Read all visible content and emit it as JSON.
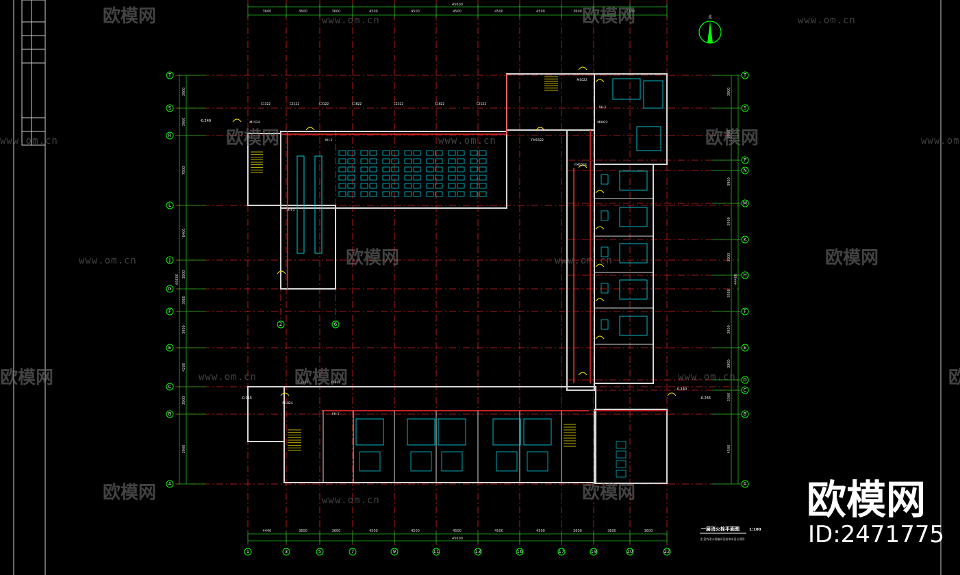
{
  "drawing": {
    "title": "一层消火栓平面图",
    "scale": "1:100",
    "note": "注:室内消火栓箱详见给排水设计说明",
    "colors": {
      "background": "#000000",
      "wall": "#d8d8d8",
      "axis_line": "#e02020",
      "dimension": "#20c020",
      "furniture": "#00cfe0",
      "door": "#ffee00",
      "grid_bubble": "#00ff00"
    }
  },
  "axes": {
    "bottom": [
      "1",
      "3",
      "5",
      "7",
      "9",
      "11",
      "13",
      "16",
      "17",
      "19",
      "20",
      "22"
    ],
    "top_middle": [
      "2",
      "6"
    ],
    "left": [
      "T",
      "S",
      "R",
      "L",
      "J",
      "G",
      "F",
      "E",
      "C",
      "B",
      "A"
    ],
    "right": [
      "T",
      "S",
      "P",
      "N",
      "M",
      "K",
      "H",
      "F",
      "E",
      "D",
      "C",
      "B",
      "A"
    ]
  },
  "dimensions": {
    "top": [
      "3600",
      "3600",
      "3600",
      "4500",
      "4500",
      "4500",
      "4500",
      "4500",
      "3600",
      "7200"
    ],
    "top_total": "45600",
    "bottom": [
      "4440",
      "3600",
      "3600",
      "4500",
      "4500",
      "4500",
      "4500",
      "4500",
      "3600",
      "3600",
      "3600"
    ],
    "bottom_total": "45600",
    "left": [
      "3900",
      "3900",
      "7800",
      "8400",
      "3900",
      "3900",
      "3900",
      "4200",
      "3900",
      "3900"
    ],
    "left_total": "60600",
    "right": [
      "3900",
      "3900",
      "3900",
      "3900",
      "3900",
      "3900",
      "3900",
      "3900",
      "3300",
      "4500"
    ],
    "right_total": "44400"
  },
  "labels": {
    "windows": [
      "C1522",
      "C2122",
      "C3122",
      "C1822",
      "C2522",
      "C1822",
      "C2122",
      "C3122",
      "C1822"
    ],
    "doors": [
      "M1524",
      "FM1522",
      "M1022",
      "M0922",
      "FM1524",
      "M1824"
    ],
    "fire_hydrant": "XH-1",
    "levels": [
      "-0.240",
      "-0.015",
      "-0.240",
      "-0.245"
    ],
    "north": "北"
  },
  "watermark": {
    "cn": "欧模网",
    "url": "www.om.cn",
    "brand": "欧模网",
    "id": "ID:2471775"
  }
}
